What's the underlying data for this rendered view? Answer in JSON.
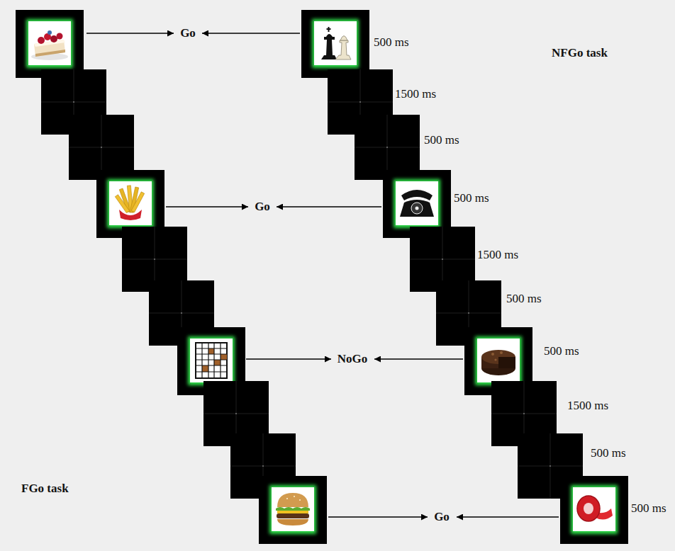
{
  "diagram": {
    "labels": [
      "Go",
      "500 ms",
      "NFGo task",
      "1500 ms",
      "500 ms",
      "Go",
      "500 ms",
      "1500 ms",
      "500 ms",
      "NoGo",
      "500 ms",
      "1500 ms",
      "500 ms",
      "FGo task",
      "Go",
      "500 ms"
    ]
  }
}
